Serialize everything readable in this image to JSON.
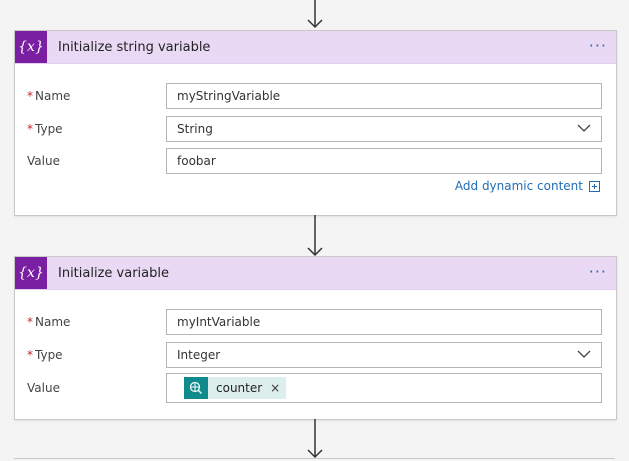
{
  "cards": [
    {
      "icon_text": "{x}",
      "title": "Initialize string variable",
      "more": "···",
      "name_label": "Name",
      "name_value": "myStringVariable",
      "type_label": "Type",
      "type_value": "String",
      "value_label": "Value",
      "value_value": "foobar",
      "dynamic_content": "Add dynamic content",
      "required_mark": "*"
    },
    {
      "icon_text": "{x}",
      "title": "Initialize variable",
      "more": "···",
      "name_label": "Name",
      "name_value": "myIntVariable",
      "type_label": "Type",
      "type_value": "Integer",
      "value_label": "Value",
      "token_label": "counter",
      "token_remove": "×",
      "required_mark": "*"
    }
  ],
  "colors": {
    "header_bg": "#ead9f5",
    "icon_bg": "#7a1fa2",
    "link": "#1f6db5",
    "token_icon_bg": "#0f8b8d",
    "token_bg": "#dcefed"
  },
  "icons": {
    "variable": "curly-x-icon",
    "arrow": "arrow-down-icon",
    "dropdown": "chevron-down-icon",
    "token": "globe-variable-icon",
    "add": "plus-box-icon"
  }
}
